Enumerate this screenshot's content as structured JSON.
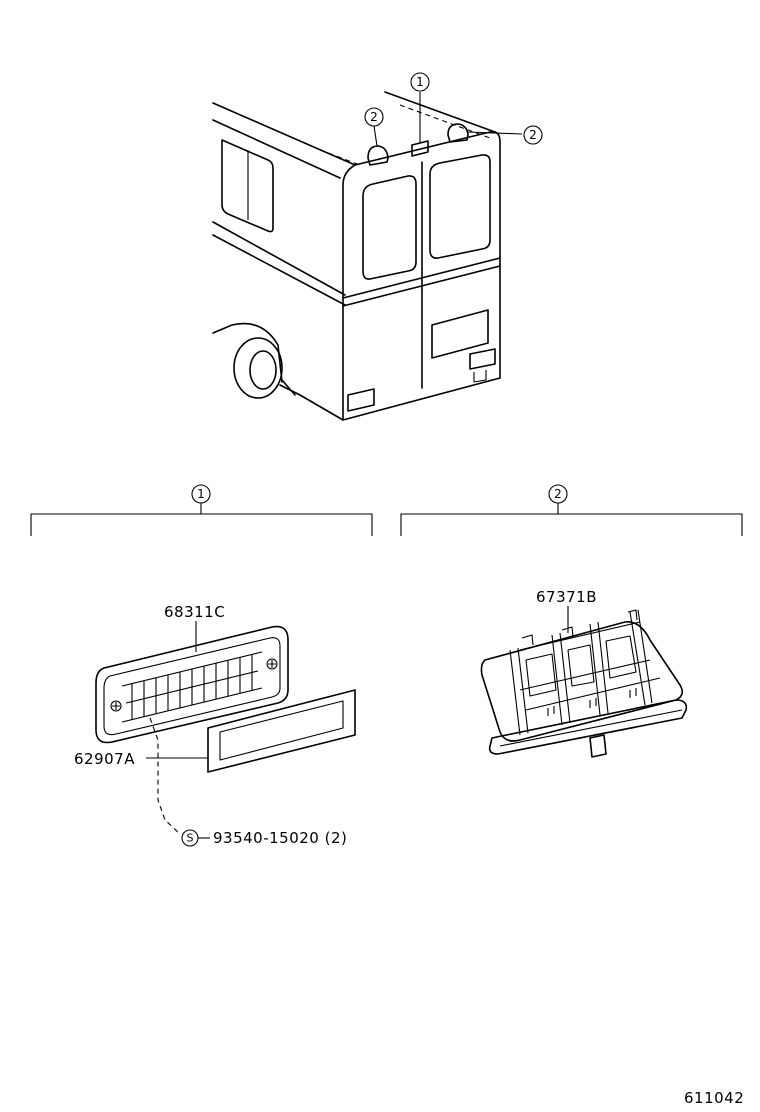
{
  "callouts": {
    "one": "1",
    "two": "2"
  },
  "parts": {
    "lamp_assembly": "68311C",
    "lens": "62907A",
    "screw_symbol": "S",
    "screw": "93540-15020 (2)",
    "clearance_lamp": "67371B"
  },
  "illustration_code": "611042"
}
